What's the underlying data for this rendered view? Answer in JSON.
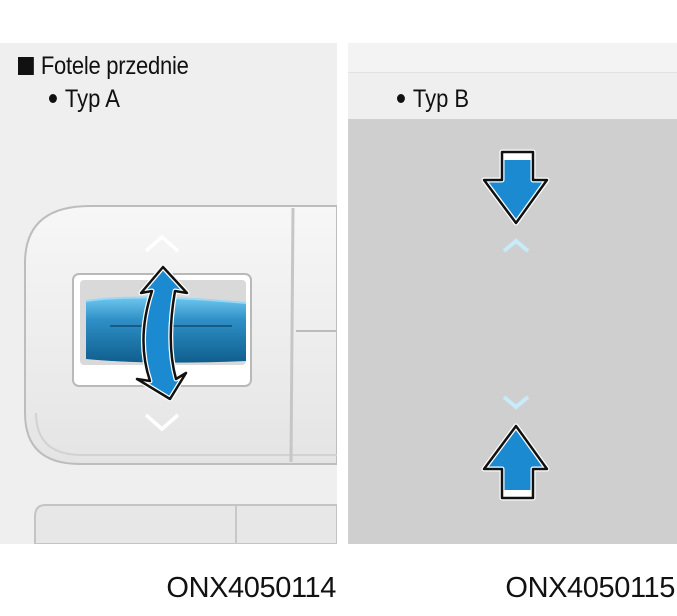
{
  "section": {
    "title": "Fotele przednie"
  },
  "figures": [
    {
      "bullet": "Typ A",
      "code": "ONX4050114",
      "switch_color": "#2e8fc6",
      "arrow_color": "#1b8ad0"
    },
    {
      "bullet": "Typ B",
      "code": "ONX4050115",
      "arrow_color": "#1b8ad0"
    }
  ]
}
